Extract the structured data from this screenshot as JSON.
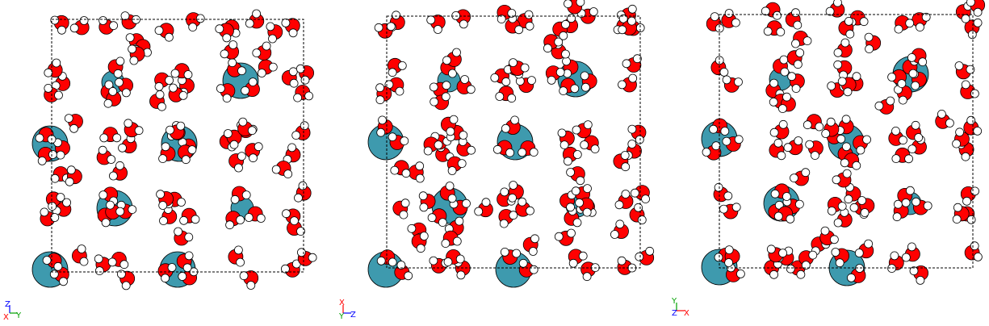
{
  "colors": {
    "oxygen": "#ff0000",
    "hydrogen": "#ffffff",
    "ion": "#3e9aae",
    "outline": "#000000",
    "cell_border": "#000000",
    "axis_red": "#ff0000",
    "axis_green": "#00a000",
    "axis_blue": "#0000ff"
  },
  "views": [
    {
      "name": "view-1",
      "axes": [
        {
          "label": "Z",
          "color": "#0000ff",
          "dir": "up"
        },
        {
          "label": "Y",
          "color": "#00a000",
          "dir": "right"
        },
        {
          "label": "X",
          "color": "#ff0000",
          "dir": "out"
        }
      ]
    },
    {
      "name": "view-2",
      "axes": [
        {
          "label": "X",
          "color": "#ff0000",
          "dir": "up"
        },
        {
          "label": "Z",
          "color": "#0000ff",
          "dir": "right"
        },
        {
          "label": "Y",
          "color": "#00a000",
          "dir": "out"
        }
      ]
    },
    {
      "name": "view-3",
      "axes": [
        {
          "label": "Y",
          "color": "#00a000",
          "dir": "up"
        },
        {
          "label": "X",
          "color": "#ff0000",
          "dir": "right"
        },
        {
          "label": "Z",
          "color": "#0000ff",
          "dir": "out"
        }
      ]
    }
  ]
}
